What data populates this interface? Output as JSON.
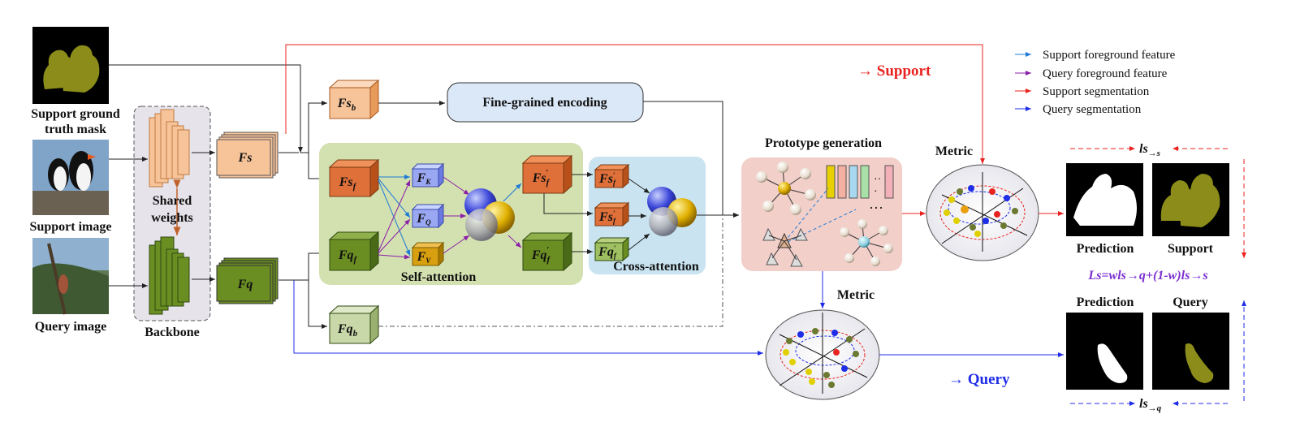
{
  "inputs": {
    "support_mask_label_line1": "Support ground",
    "support_mask_label_line2": "truth mask",
    "support_image_label": "Support image",
    "query_image_label": "Query image"
  },
  "backbone": {
    "label": "Backbone",
    "shared_line1": "Shared",
    "shared_line2": "weights"
  },
  "features": {
    "fs": "Fs",
    "fq": "Fq",
    "fs_b": "Fs",
    "fs_b_sub": "b",
    "fs_f": "Fs",
    "fs_f_sub": "f",
    "fq_f": "Fq",
    "fq_f_sub": "f",
    "fq_b": "Fq",
    "fq_b_sub": "b",
    "fk": "F",
    "fk_sub": "K",
    "fq_attn": "F",
    "fq_attn_sub": "Q",
    "fv": "F",
    "fv_sub": "V",
    "fs_f_prime": "Fs",
    "fs_f_prime_sub": "f",
    "fq_f_prime": "Fq",
    "fq_f_prime_sub": "f",
    "ca_fs1": "Fs",
    "ca_fs1_sub": "f",
    "ca_fs2": "Fs",
    "ca_fs2_sub": "f",
    "ca_fq": "Fq",
    "ca_fq_sub": "f",
    "prime": "′"
  },
  "modules": {
    "fine_grained": "Fine-grained encoding",
    "self_attention": "Self-attention",
    "cross_attention": "Cross-attention",
    "prototype": "Prototype generation",
    "metric_top": "Metric",
    "metric_bottom": "Metric"
  },
  "branches": {
    "support": "→ Support",
    "query": "→ Query"
  },
  "legend": [
    {
      "label": "Support foreground feature",
      "color": "#1e7bd6"
    },
    {
      "label": "Query foreground feature",
      "color": "#8b1fa8"
    },
    {
      "label": "Support segmentation",
      "color": "#e8231f"
    },
    {
      "label": "Query segmentation",
      "color": "#1f2de8"
    }
  ],
  "outputs": {
    "prediction_top": "Prediction",
    "support": "Support",
    "prediction_bottom": "Prediction",
    "query": "Query",
    "ls_s": "ls",
    "ls_s_sub": "→s",
    "ls_q": "ls",
    "ls_q_sub": "→q"
  },
  "loss": {
    "text": "Ls=wls→q+(1-w)ls→s",
    "color": "#7b2fd0"
  },
  "colors": {
    "support_feat": "#f7c49a",
    "query_feat": "#6b8e23",
    "self_attn_bg": "#d3e0b0",
    "cross_attn_bg": "#c9e4f0",
    "proto_bg": "#f2cfc9",
    "fine_bg": "#dbe8f8",
    "support_red": "#e8231f",
    "query_blue": "#1f2de8"
  }
}
